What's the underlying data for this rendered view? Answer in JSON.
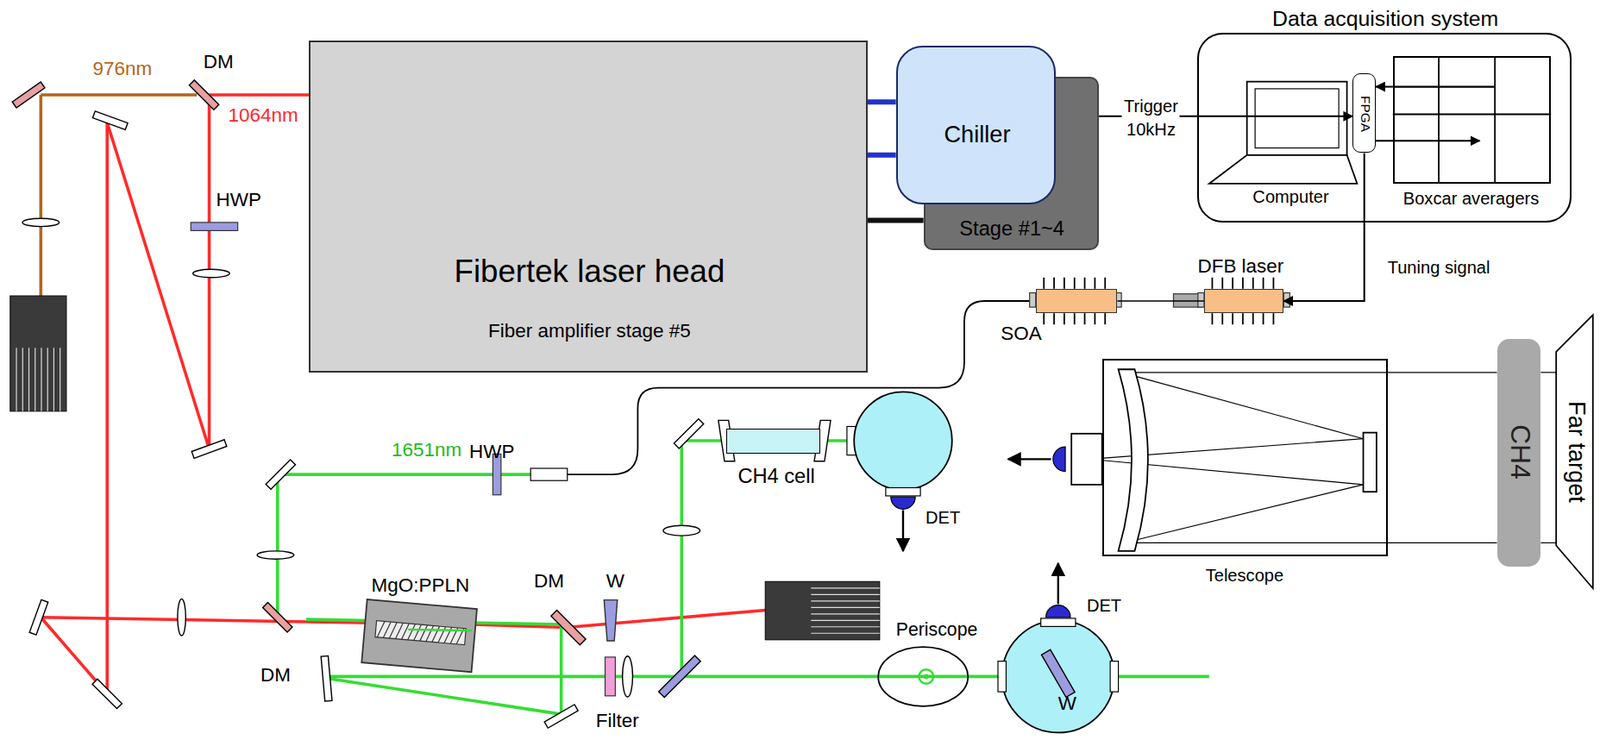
{
  "diagram": {
    "nodes": [
      {
        "text": [
          "Data acquisition system"
        ]
      },
      {
        "text": [
          "Computer"
        ],
        "in": 0
      },
      {
        "text": [
          "FPGA"
        ],
        "in": 0
      },
      {
        "text": [
          "Boxcar averagers"
        ],
        "in": 0
      },
      {
        "text": [
          "Fibertek laser head",
          "Fiber amplifier stage #5"
        ]
      },
      {
        "text": [
          "Stage #1~4"
        ]
      },
      {
        "text": [
          "Chiller"
        ]
      },
      {
        "text": [
          "DFB laser"
        ]
      },
      {
        "text": [
          "SOA"
        ]
      },
      {
        "text": [
          "MgO:PPLN"
        ]
      },
      {
        "text": [
          "CH4 cell"
        ]
      },
      {
        "text": [
          "Telescope"
        ]
      },
      {
        "text": [
          "CH4"
        ]
      },
      {
        "text": [
          "Far target"
        ]
      },
      {
        "text": [
          "Periscope"
        ]
      }
    ],
    "edges": [
      {
        "from": 5,
        "to": 2,
        "arrow": "to",
        "label": "Trigger 10kHz"
      },
      {
        "from": 2,
        "to": 7,
        "arrow": "to",
        "label": "Tuning signal"
      },
      {
        "from": 7,
        "to": 8,
        "arrow": "none"
      },
      {
        "from": 3,
        "to": 2,
        "arrow": "to"
      },
      {
        "from": 2,
        "to": 3,
        "arrow": "to"
      },
      {
        "from": 6,
        "to": 4,
        "arrow": "none"
      },
      {
        "from": 6,
        "to": 4,
        "arrow": "none"
      },
      {
        "from": 5,
        "to": 4,
        "arrow": "none"
      }
    ],
    "labels": [
      "976nm",
      "DM",
      "1064nm",
      "HWP",
      "1651nm",
      "HWP",
      "DM",
      "DM",
      "W",
      "Filter",
      "DET",
      "DET",
      "W"
    ]
  }
}
